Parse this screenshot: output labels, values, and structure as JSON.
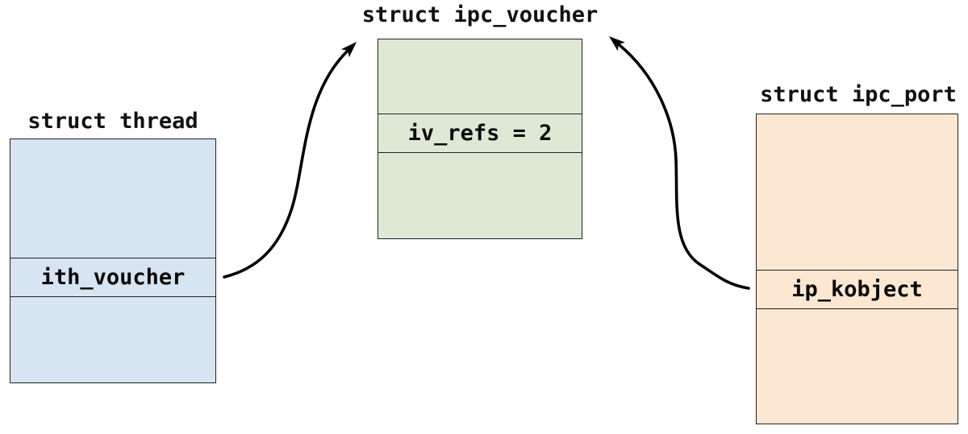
{
  "diagram": {
    "background": "#ffffff",
    "arrow_color": "#000000",
    "border_color": "#222222",
    "text_color": "#0a0a0a",
    "structs": {
      "thread": {
        "title": "struct thread",
        "field_label": "ith_voucher",
        "fill": "#d7e4f2"
      },
      "ipc_voucher": {
        "title": "struct ipc_voucher",
        "field_label": "iv_refs = 2",
        "fill": "#dde9d5"
      },
      "ipc_port": {
        "title": "struct ipc_port",
        "field_label": "ip_kobject",
        "fill": "#fbe7d2"
      }
    },
    "arrows": [
      {
        "name": "thread-ith-voucher-to-ipc-voucher",
        "from": "thread.ith_voucher",
        "to": "ipc_voucher"
      },
      {
        "name": "ipc-port-ip-kobject-to-ipc-voucher",
        "from": "ipc_port.ip_kobject",
        "to": "ipc_voucher"
      }
    ]
  }
}
